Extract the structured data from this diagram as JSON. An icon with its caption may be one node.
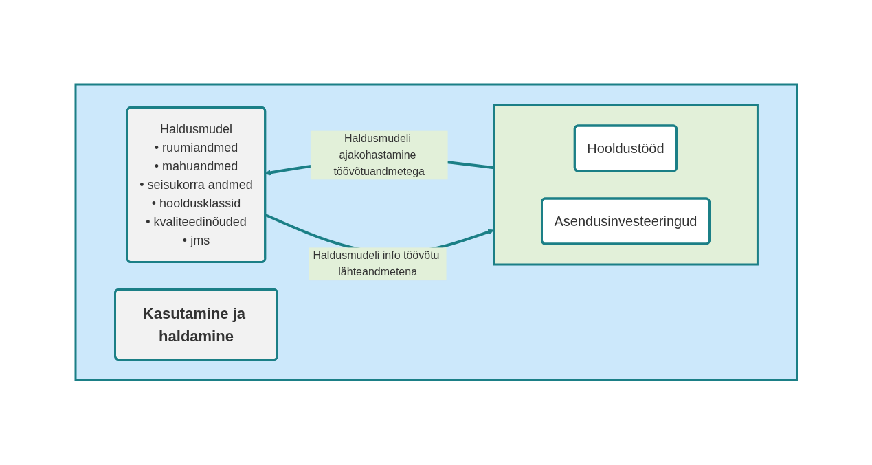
{
  "diagram": {
    "nodes": [
      {
        "text": [],
        "shape": "box"
      },
      {
        "text": [
          "Kasutamine ja haldamine"
        ],
        "in": 0
      },
      {
        "text": [
          "Haldusmudel",
          "• ruumiandmed",
          "• mahuandmed",
          "• seisukorra andmed",
          "• hooldusklassid",
          "• kvaliteedinõuded",
          "• jms"
        ],
        "in": 0
      },
      {
        "text": [],
        "shape": "box",
        "in": 0
      },
      {
        "text": [
          "Hooldustööd"
        ],
        "in": 3
      },
      {
        "text": [
          "Asendusinvesteeringud"
        ],
        "in": 3
      }
    ],
    "edges": [
      {
        "from": 2,
        "to": 3,
        "arrow": "to",
        "label": "Haldusmudeli info töövõtu lähteandmetena"
      },
      {
        "from": 3,
        "to": 2,
        "arrow": "to",
        "label": "Haldusmudeli ajakohastamine töövõtuandmetega"
      }
    ]
  }
}
